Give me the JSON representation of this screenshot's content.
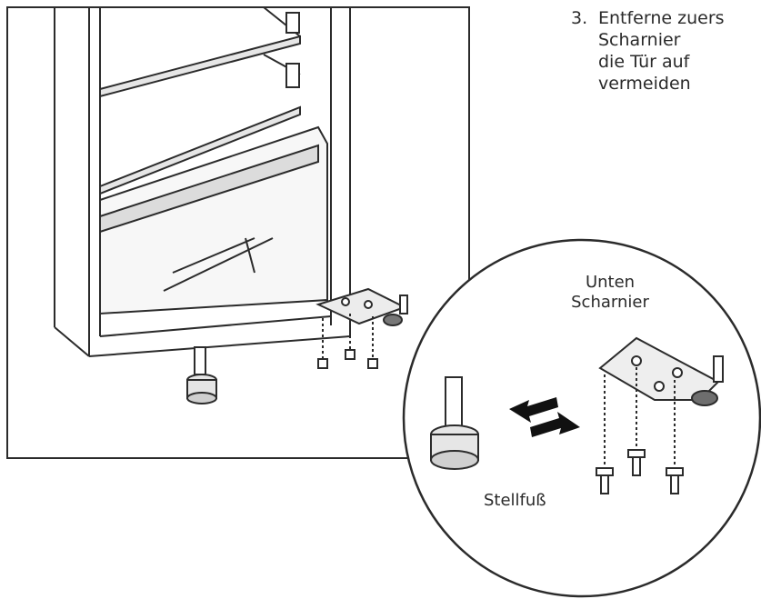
{
  "instruction": {
    "step_number": "3.",
    "lines": [
      "Entferne zuers",
      "Scharnier",
      "die Tür auf",
      "vermeiden"
    ]
  },
  "labels": {
    "hinge_line1": "Unten",
    "hinge_line2": "Scharnier",
    "foot": "Stellfuß"
  },
  "colors": {
    "line": "#2b2b2b",
    "shade": "#d9d9d9",
    "dark": "#111111"
  }
}
